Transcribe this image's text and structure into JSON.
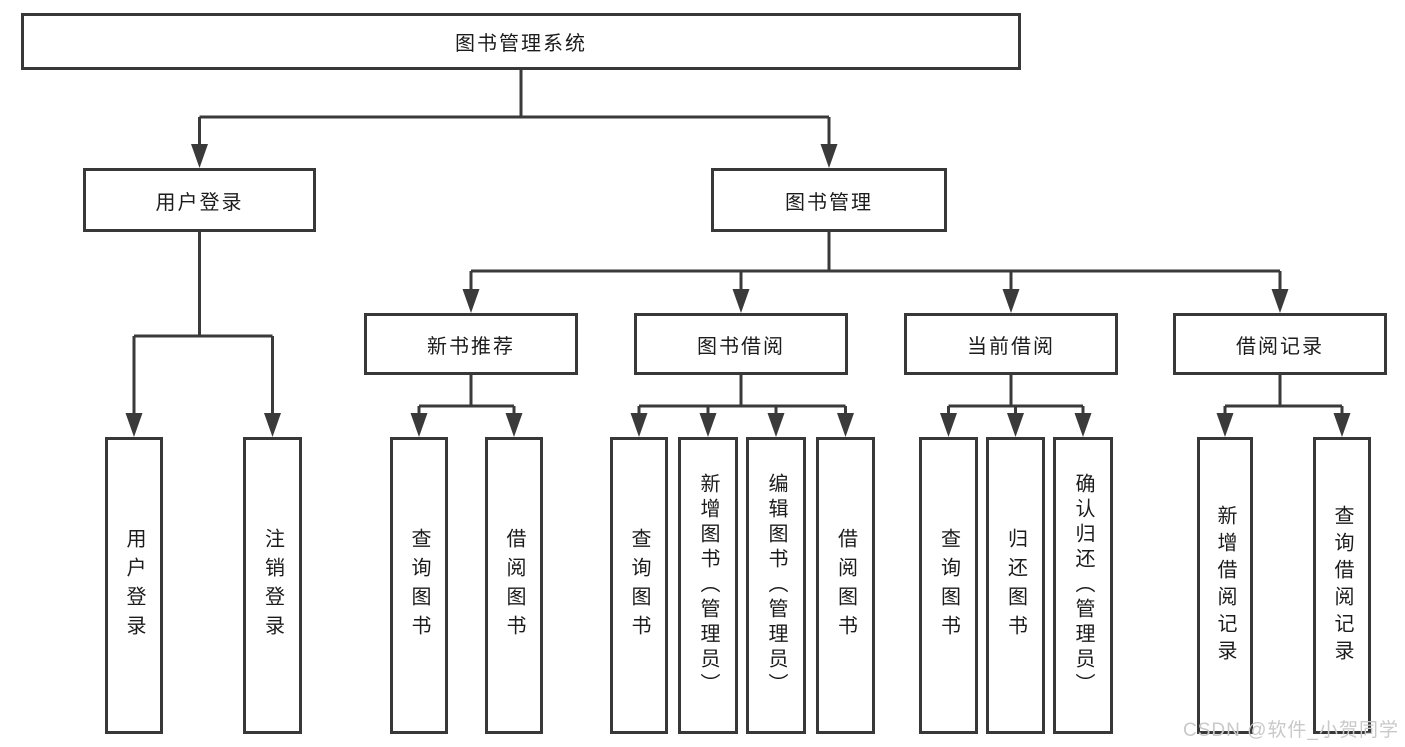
{
  "diagram": {
    "type": "tree",
    "direction": "top-down"
  },
  "colors": {
    "line": "#3a3a3a",
    "border": "#383838",
    "text": "#1c1c1c",
    "watermark": "#c9c9c9",
    "background": "#ffffff"
  },
  "nodes": {
    "root": {
      "label": "图书管理系统"
    },
    "level2": [
      {
        "id": "user-login",
        "label": "用户登录"
      },
      {
        "id": "book-management",
        "label": "图书管理"
      }
    ],
    "level3": [
      {
        "id": "new-book-recommend",
        "label": "新书推荐",
        "parent": "图书管理"
      },
      {
        "id": "book-borrowing",
        "label": "图书借阅",
        "parent": "图书管理"
      },
      {
        "id": "current-borrowing",
        "label": "当前借阅",
        "parent": "图书管理"
      },
      {
        "id": "borrowing-records",
        "label": "借阅记录",
        "parent": "图书管理"
      }
    ],
    "leaves": [
      {
        "label": "用户登录",
        "parent": "用户登录"
      },
      {
        "label": "注销登录",
        "parent": "用户登录"
      },
      {
        "label": "查询图书",
        "parent": "新书推荐"
      },
      {
        "label": "借阅图书",
        "parent": "新书推荐"
      },
      {
        "label": "查询图书",
        "parent": "图书借阅"
      },
      {
        "label": "新增图书（管理员）",
        "parent": "图书借阅"
      },
      {
        "label": "编辑图书（管理员）",
        "parent": "图书借阅"
      },
      {
        "label": "借阅图书",
        "parent": "图书借阅"
      },
      {
        "label": "查询图书",
        "parent": "当前借阅"
      },
      {
        "label": "归还图书",
        "parent": "当前借阅"
      },
      {
        "label": "确认归还（管理员）",
        "parent": "当前借阅"
      },
      {
        "label": "新增借阅记录",
        "parent": "借阅记录"
      },
      {
        "label": "查询借阅记录",
        "parent": "借阅记录"
      }
    ]
  },
  "watermark": "CSDN @软件_小贺同学"
}
